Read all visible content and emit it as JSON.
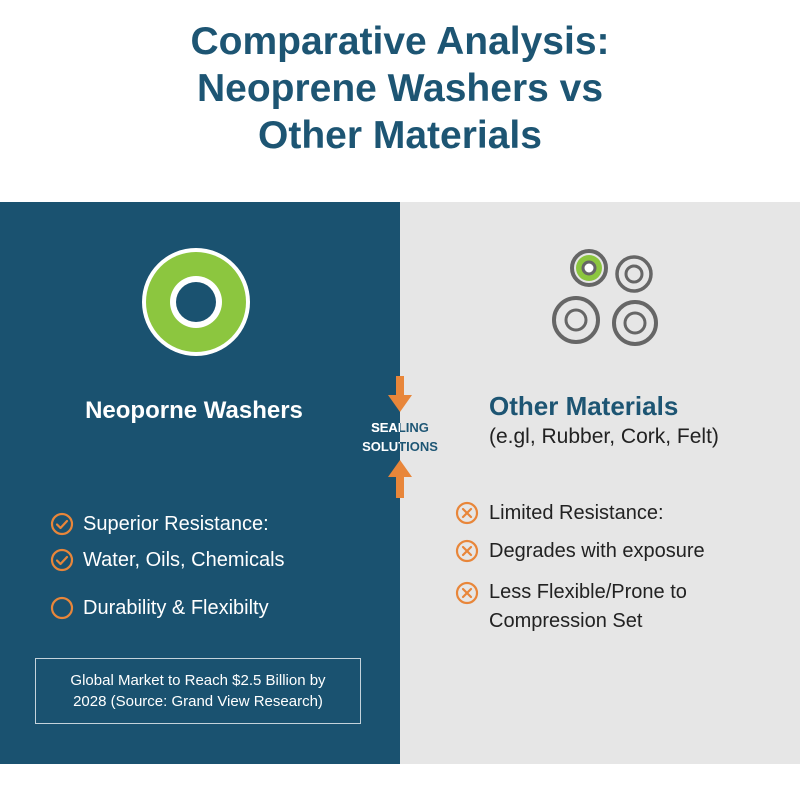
{
  "title_lines": [
    "Comparative Analysis:",
    "Neoprene Washers vs",
    "Other Materials"
  ],
  "left": {
    "heading": "Neoporne Washers",
    "features": [
      {
        "text": "Superior Resistance:",
        "icon": "check-circle-icon"
      },
      {
        "text": "Water, Oils, Chemicals",
        "icon": "check-circle-icon"
      },
      {
        "text": "Durability & Flexibilty",
        "icon": "empty-circle-icon"
      }
    ],
    "stat_lines": [
      "Global Market to Reach $2.5 Billion by",
      "2028 (Source: Grand View Research)"
    ]
  },
  "center": {
    "label_lines": [
      "SEALING",
      "SOLUTIONS"
    ]
  },
  "right": {
    "heading": "Other Materials",
    "subheading": "(e.gl, Rubber, Cork, Felt)",
    "features": [
      {
        "text": "Limited Resistance:",
        "icon": "x-circle-icon"
      },
      {
        "text": "Degrades with exposure",
        "icon": "x-circle-icon"
      },
      {
        "text": "Less Flexible/Prone to",
        "icon": "x-circle-icon"
      },
      {
        "text": "Compression Set"
      }
    ]
  },
  "colors": {
    "navy": "#1a5270",
    "title": "#1d5573",
    "green": "#8cc63f",
    "orange": "#e8863a",
    "light_gray": "#e6e6e6",
    "ring_gray": "#666666"
  }
}
